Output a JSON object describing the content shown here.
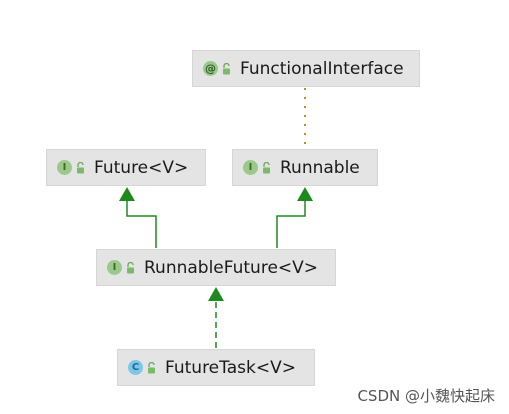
{
  "nodes": {
    "functional_interface": {
      "label": "FunctionalInterface",
      "kind": "annotation",
      "badge": "@"
    },
    "future": {
      "label": "Future<V>",
      "kind": "interface",
      "badge": "I"
    },
    "runnable": {
      "label": "Runnable",
      "kind": "interface",
      "badge": "I"
    },
    "runnable_future": {
      "label": "RunnableFuture<V>",
      "kind": "interface",
      "badge": "I"
    },
    "future_task": {
      "label": "FutureTask<V>",
      "kind": "class",
      "badge": "C"
    }
  },
  "edges": [
    {
      "from": "runnable_future",
      "to": "future",
      "type": "extends"
    },
    {
      "from": "runnable_future",
      "to": "runnable",
      "type": "extends"
    },
    {
      "from": "future_task",
      "to": "runnable_future",
      "type": "implements"
    },
    {
      "from": "runnable",
      "to": "functional_interface",
      "type": "annotated-with"
    }
  ],
  "colors": {
    "arrow": "#1e8a1e",
    "annotation_link": "#a89a1e",
    "node_bg": "#e4e4e4"
  },
  "watermark": "CSDN @小魏快起床"
}
